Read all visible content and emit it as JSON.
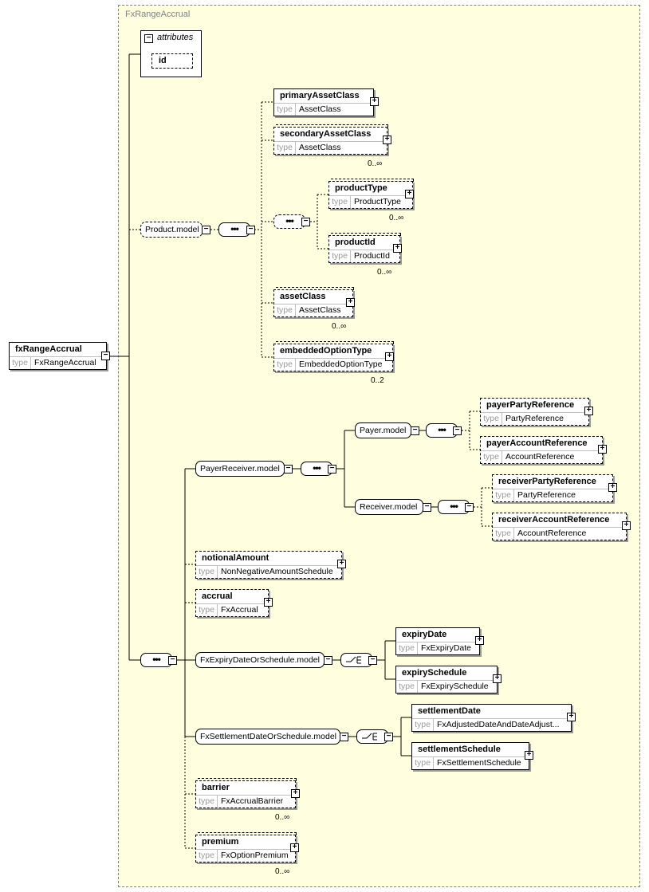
{
  "diagram": {
    "panel_title": "FxRangeAccrual",
    "type_key": "type",
    "root": {
      "name": "fxRangeAccrual",
      "type": "FxRangeAccrual"
    },
    "attributes": {
      "title": "attributes",
      "id": "id"
    },
    "product_model": {
      "label": "Product.model",
      "elements": [
        {
          "name": "primaryAssetClass",
          "type": "AssetClass",
          "card": ""
        },
        {
          "name": "secondaryAssetClass",
          "type": "AssetClass",
          "card": "0..∞"
        },
        {
          "name": "productType",
          "type": "ProductType",
          "card": "0..∞"
        },
        {
          "name": "productId",
          "type": "ProductId",
          "card": "0..∞"
        },
        {
          "name": "assetClass",
          "type": "AssetClass",
          "card": "0..∞"
        },
        {
          "name": "embeddedOptionType",
          "type": "EmbeddedOptionType",
          "card": "0..2"
        }
      ]
    },
    "payer_receiver_model": {
      "label": "PayerReceiver.model",
      "payer_model": "Payer.model",
      "receiver_model": "Receiver.model",
      "elements": [
        {
          "name": "payerPartyReference",
          "type": "PartyReference"
        },
        {
          "name": "payerAccountReference",
          "type": "AccountReference"
        },
        {
          "name": "receiverPartyReference",
          "type": "PartyReference"
        },
        {
          "name": "receiverAccountReference",
          "type": "AccountReference"
        }
      ]
    },
    "notional_amount": {
      "name": "notionalAmount",
      "type": "NonNegativeAmountSchedule"
    },
    "accrual": {
      "name": "accrual",
      "type": "FxAccrual"
    },
    "expiry_model": {
      "label": "FxExpiryDateOrSchedule.model",
      "elements": [
        {
          "name": "expiryDate",
          "type": "FxExpiryDate"
        },
        {
          "name": "expirySchedule",
          "type": "FxExpirySchedule"
        }
      ]
    },
    "settlement_model": {
      "label": "FxSettlementDateOrSchedule.model",
      "elements": [
        {
          "name": "settlementDate",
          "type": "FxAdjustedDateAndDateAdjust..."
        },
        {
          "name": "settlementSchedule",
          "type": "FxSettlementSchedule"
        }
      ]
    },
    "barrier": {
      "name": "barrier",
      "type": "FxAccrualBarrier",
      "card": "0..∞"
    },
    "premium": {
      "name": "premium",
      "type": "FxOptionPremium",
      "card": "0..∞"
    }
  }
}
